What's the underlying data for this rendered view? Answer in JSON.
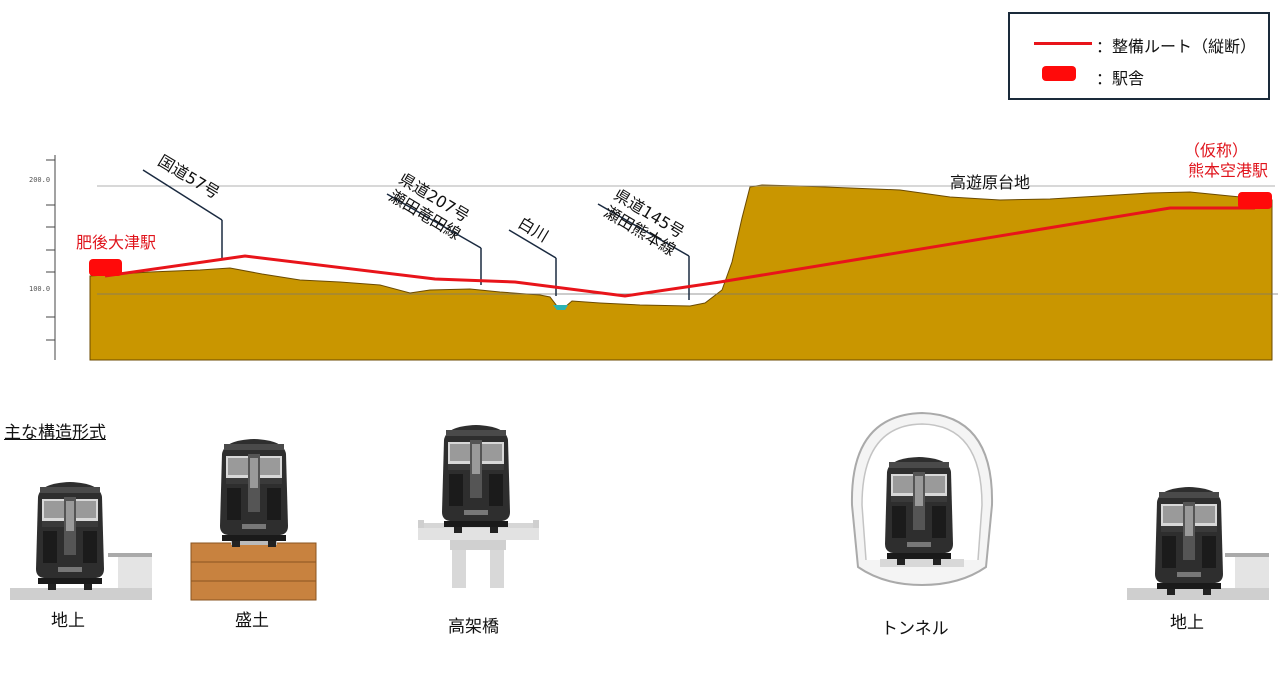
{
  "legend": {
    "route_label": "：整備ルート（縦断）",
    "station_label": "：駅舎",
    "route_color": "#e8141a",
    "station_color": "#ff0a0a"
  },
  "axis": {
    "ticks": [
      "200.0",
      "100.0"
    ]
  },
  "profile": {
    "ground_color": "#c99600",
    "route_color": "#e8141a",
    "stations": {
      "start": "肥後大津駅",
      "end_line1": "（仮称）",
      "end_line2": "熊本空港駅"
    },
    "plateau": "高遊原台地",
    "crossings": {
      "road57": "国道57号",
      "road207_line1": "県道207号",
      "road207_line2": "瀬田竜田線",
      "river": "白川",
      "road145_line1": "県道145号",
      "road145_line2": "瀬田熊本線"
    }
  },
  "structures": {
    "title": "主な構造形式",
    "items": [
      "地上",
      "盛土",
      "高架橋",
      "トンネル",
      "地上"
    ]
  }
}
